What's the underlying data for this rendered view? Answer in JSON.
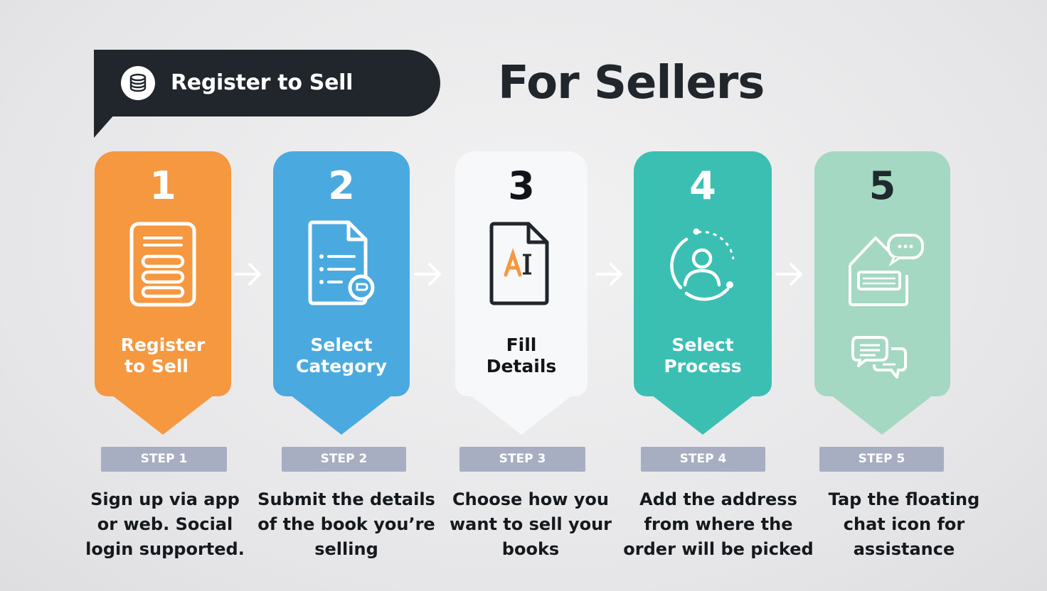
{
  "header": {
    "banner_label": "Register to Sell",
    "banner_icon": "database-icon",
    "title": "For Sellers"
  },
  "colors": {
    "dark": "#20262c",
    "step1": "#f59840",
    "step2": "#4aaae0",
    "step3": "#f7f8f9",
    "step4": "#3bbfb3",
    "step5": "#a4d8c3",
    "badge": "#a7aec2"
  },
  "steps": [
    {
      "number": "1",
      "title_line1": "Register",
      "title_line2": "to Sell",
      "badge": "STEP 1",
      "desc_line1": "Sign up via app",
      "desc_line2": "or web. Social",
      "desc_line3": "login supported.",
      "icon": "document-form-icon"
    },
    {
      "number": "2",
      "title_line1": "Select",
      "title_line2": "Category",
      "badge": "STEP 2",
      "desc_line1": "Submit the details",
      "desc_line2": "of the book you’re",
      "desc_line3": "selling",
      "icon": "document-list-icon"
    },
    {
      "number": "3",
      "title_line1": "Fill",
      "title_line2": "Details",
      "badge": "STEP 3",
      "desc_line1": "Choose how you",
      "desc_line2": "want to sell your",
      "desc_line3": "books",
      "icon": "ai-file-icon"
    },
    {
      "number": "4",
      "title_line1": "Select",
      "title_line2": "Process",
      "badge": "STEP 4",
      "desc_line1": "Add the address",
      "desc_line2": "from where the",
      "desc_line3": "order will be  picked",
      "icon": "user-process-icon"
    },
    {
      "number": "5",
      "title_line1": "",
      "title_line2": "",
      "badge": "STEP 5",
      "desc_line1": "Tap the floating",
      "desc_line2": "chat icon for",
      "desc_line3": "assistance",
      "icon": "chat-support-icon"
    }
  ]
}
